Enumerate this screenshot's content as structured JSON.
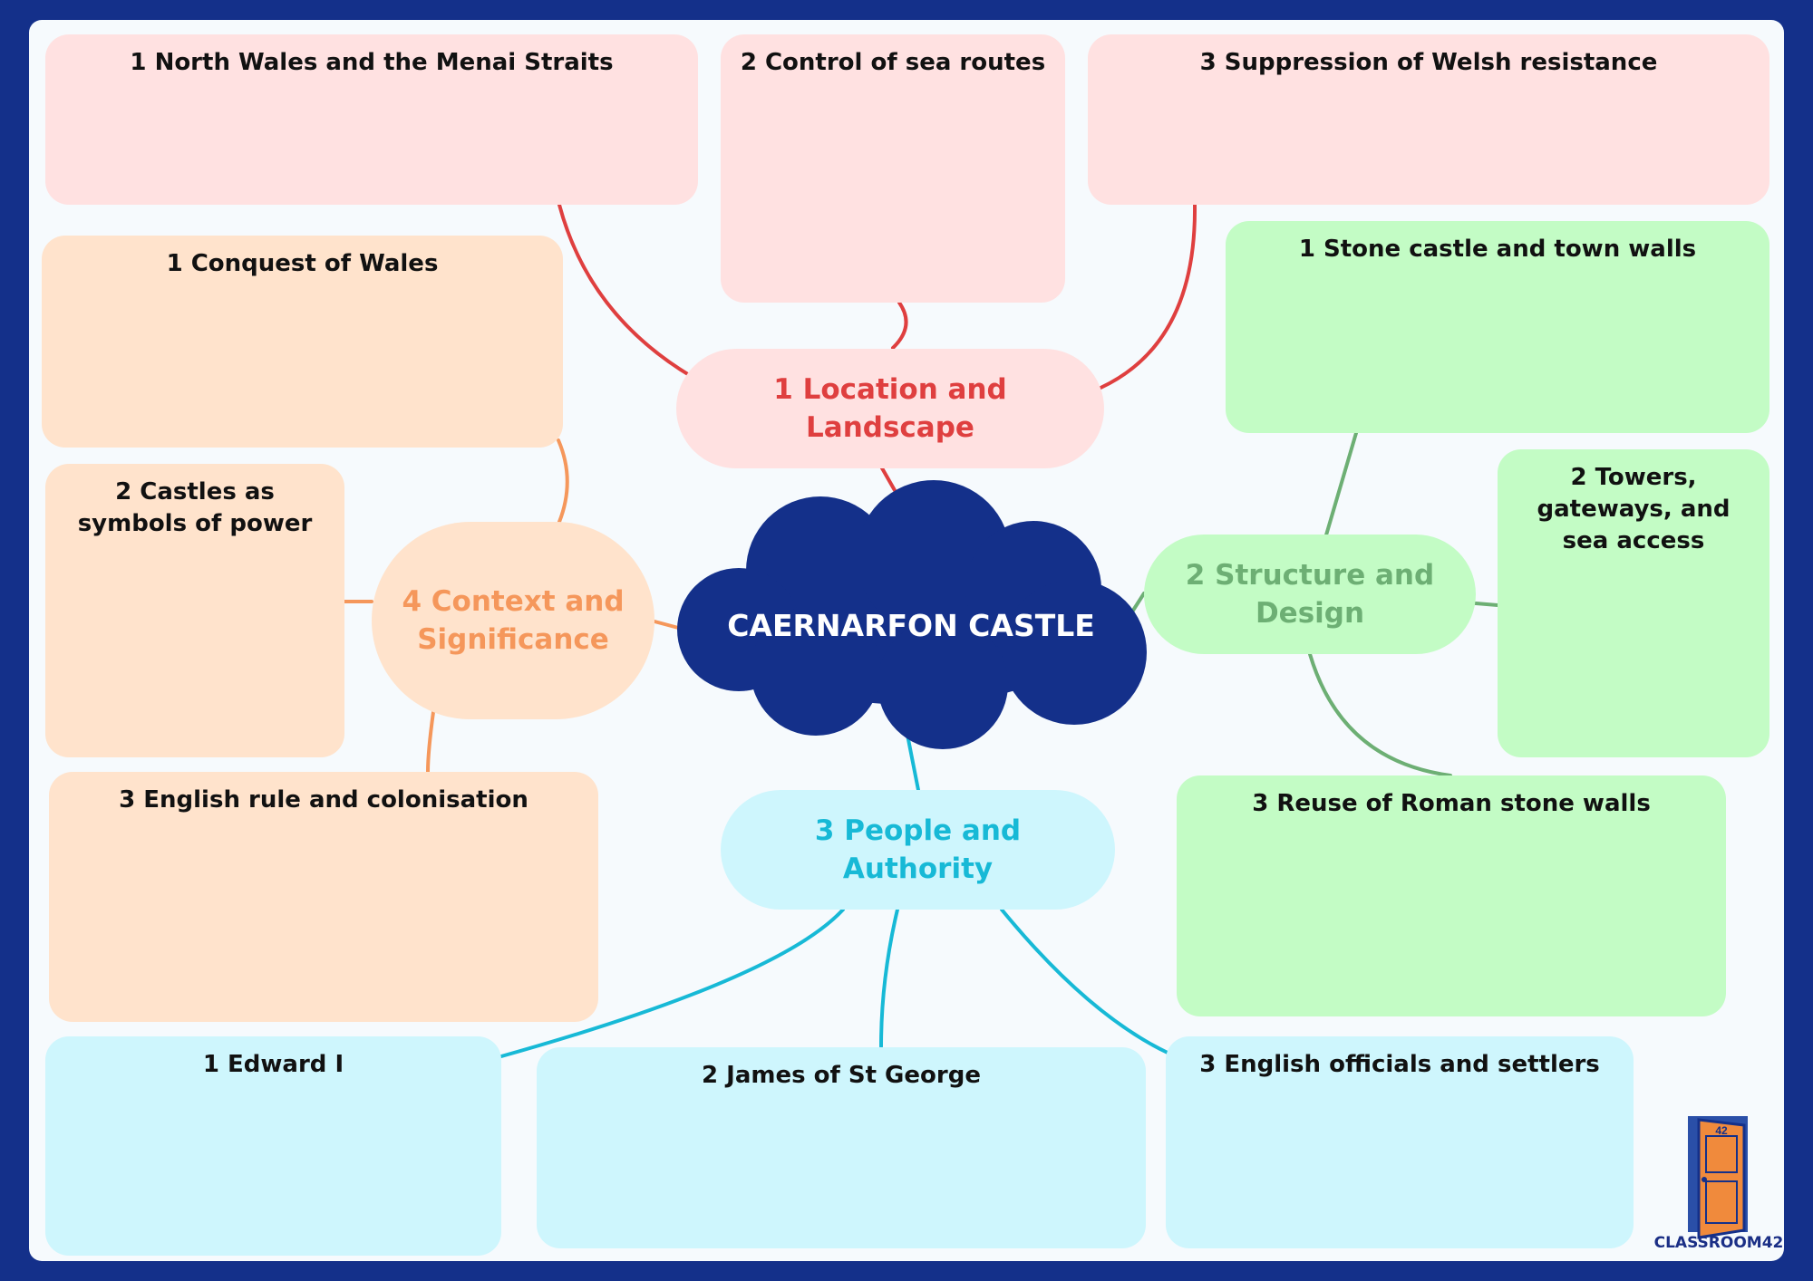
{
  "center": {
    "label": "CAERNARFON CASTLE",
    "color": "#14308a"
  },
  "branches": [
    {
      "id": "location",
      "label": "1 Location and Landscape",
      "color": "#df3f3f",
      "fill": "#ffe1e1",
      "items": [
        "1 North Wales and the Menai Straits",
        "2 Control of sea routes",
        "3  Suppression of Welsh resistance"
      ]
    },
    {
      "id": "structure",
      "label": "2 Structure and Design",
      "color": "#6daf74",
      "fill": "#c3fcc5",
      "items": [
        "1  Stone castle and town walls",
        "2 Towers, gateways, and sea access",
        "3 Reuse of Roman stone walls"
      ]
    },
    {
      "id": "people",
      "label": "3 People and Authority",
      "color": "#17b9d6",
      "fill": "#cef6fd",
      "items": [
        "1 Edward I",
        "2 James of St George",
        "3 English officials and settlers"
      ]
    },
    {
      "id": "context",
      "label": "4 Context and Significance",
      "color": "#f5975b",
      "fill": "#ffe3cc",
      "items": [
        "1 Conquest of Wales",
        "2 Castles as symbols of power",
        "3 English rule and colonisation"
      ]
    }
  ],
  "logo": {
    "text": "CLASSROOM42",
    "door_number": "42",
    "icon": "door-icon"
  }
}
